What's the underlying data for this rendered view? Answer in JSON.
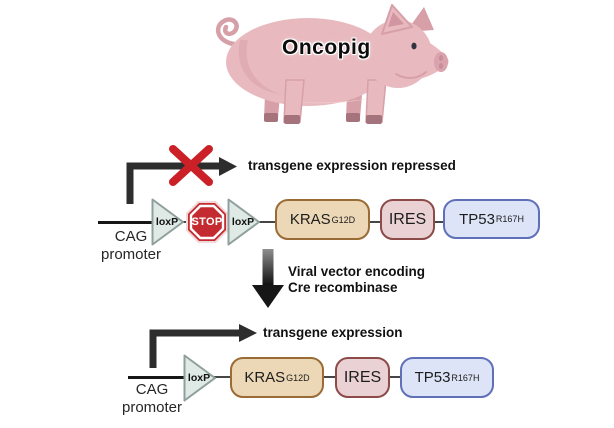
{
  "diagram": {
    "title": "Oncopig",
    "repressed_row": {
      "arrow_label": "transgene expression repressed",
      "promoter": {
        "line1": "CAG",
        "line2": "promoter"
      }
    },
    "middle": {
      "label_line1": "Viral vector encoding",
      "label_line2": "Cre recombinase"
    },
    "active_row": {
      "arrow_label": "transgene expression",
      "promoter": {
        "line1": "CAG",
        "line2": "promoter"
      }
    },
    "elements": {
      "loxp": "loxP",
      "stop": "STOP",
      "kras": {
        "base": "KRAS",
        "sup": "G12D"
      },
      "ires": {
        "base": "IRES"
      },
      "tp53": {
        "base": "TP53",
        "sup": "R167H"
      }
    },
    "colors": {
      "kras_fill": "#ecd8b6",
      "kras_border": "#9a6b35",
      "ires_fill": "#ead2d4",
      "ires_border": "#8c4a49",
      "tp53_fill": "#dde4f7",
      "tp53_border": "#5f6fb8",
      "loxp_fill": "#dfe9e6",
      "loxp_border": "#8fa09c",
      "stop_red": "#c42b30",
      "cross_red": "#cb2027",
      "arrow_dark": "#2d2d2d",
      "pig_pink": "#e8b9be"
    }
  }
}
